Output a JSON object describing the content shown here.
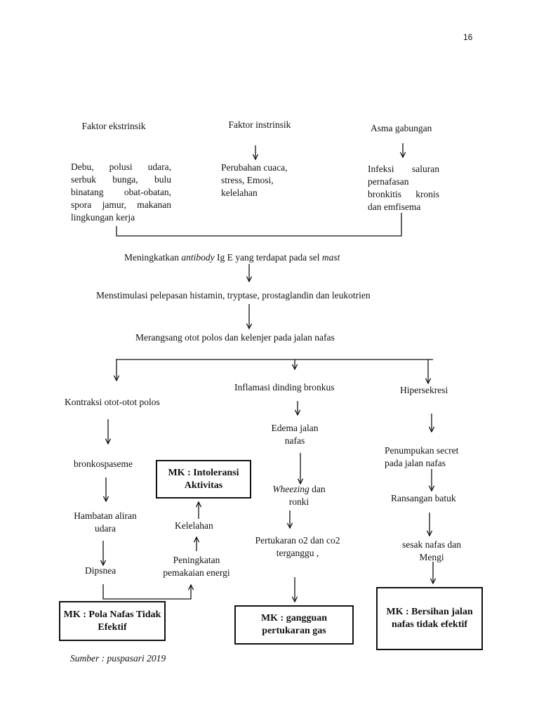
{
  "page_number": "16",
  "sources": {
    "ekstrinsik": {
      "title": "Faktor ekstrinsik",
      "detail": "Debu, polusi udara, serbuk bunga, bulu binatang obat-obatan, spora jamur, makanan lingkungan kerja"
    },
    "instrinsik": {
      "title": "Faktor instrinsik",
      "detail": "Perubahan cuaca, stress, Emosi, kelelahan"
    },
    "gabungan": {
      "title": "Asma gabungan",
      "detail": "Infeksi saluran pernafasan bronkitis kronis dan emfisema"
    }
  },
  "flow": {
    "step1_pre": "Meningkatkan ",
    "step1_em1": "antibody",
    "step1_mid": " Ig E yang terdapat pada sel ",
    "step1_em2": "mast",
    "step2": "Menstimulasi pelepasan histamin, tryptase, prostaglandin dan leukotrien",
    "step3": "Merangsang otot polos dan kelenjer pada jalan nafas"
  },
  "left_branch": {
    "n1": "Kontraksi otot-otot  polos",
    "n2": "bronkospaseme",
    "n3": "Hambatan aliran udara",
    "n4": "Dipsnea",
    "n5": "Peningkatan pemakaian energi",
    "n6": "Kelelahan",
    "box_intoleransi": "MK : Intoleransi Aktivitas",
    "box_pola": "MK : Pola Nafas Tidak Efektif"
  },
  "middle_branch": {
    "n1": "Inflamasi dinding bronkus",
    "n2": "Edema jalan nafas",
    "n3_em": "Wheezing",
    "n3_rest": " dan ronki",
    "n4": "Pertukaran o2 dan co2 terganggu ,",
    "box": "MK : gangguan pertukaran gas"
  },
  "right_branch": {
    "n1": "Hipersekresi",
    "n2": "Penumpukan secret pada jalan nafas",
    "n3": "Ransangan batuk",
    "n4": "sesak nafas dan Mengi",
    "box": "MK : Bersihan jalan nafas tidak efektif"
  },
  "source_note": "Sumber : puspasari 2019"
}
